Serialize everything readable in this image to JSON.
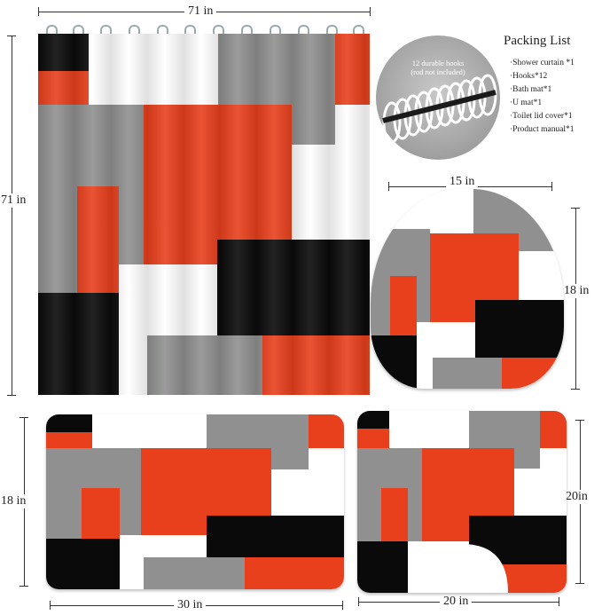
{
  "curtain": {
    "width_label": "71 in",
    "height_label": "71 in"
  },
  "packing_list": {
    "title": "Packing List",
    "items": [
      "Shower curtain *1",
      "Hooks*12",
      "Bath mat*1",
      "U mat*1",
      "Toilet lid cover*1",
      "Product manual*1"
    ]
  },
  "hooks_badge": {
    "line1": "12 durable hooks",
    "line2": "(rod not included)"
  },
  "lid_cover": {
    "width_label": "15 in",
    "height_label": "18 in"
  },
  "bath_mat": {
    "width_label": "30 in",
    "height_label": "18 in"
  },
  "u_mat": {
    "width_label": "20 in",
    "height_label": "20in"
  },
  "colors": {
    "orange": "#e8401c",
    "gray": "#8f908f",
    "black": "#0a0a0a",
    "white": "#ffffff"
  }
}
